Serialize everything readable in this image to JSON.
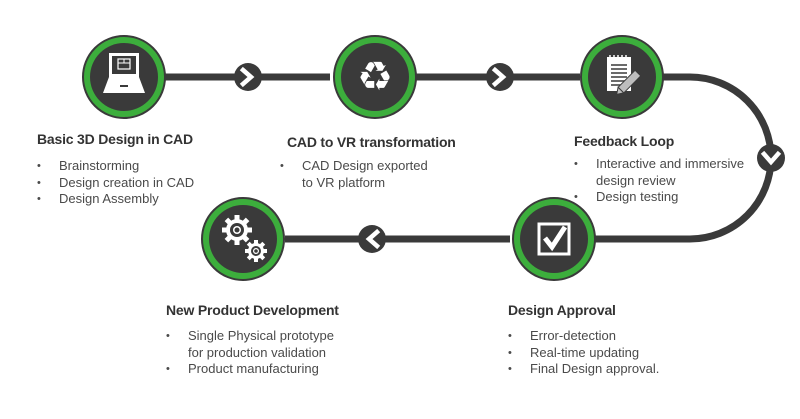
{
  "colors": {
    "ring": "#3cae3c",
    "node": "#3a3a3a",
    "line": "#3a3a3a",
    "icon": "#ffffff"
  },
  "steps": [
    {
      "title": "Basic 3D Design in CAD",
      "icon": "laptop-icon",
      "bullets": [
        "Brainstorming",
        "Design creation in CAD",
        "Design Assembly"
      ]
    },
    {
      "title": "CAD to VR transformation",
      "icon": "recycle-icon",
      "bullets": [
        "CAD Design exported to VR platform"
      ],
      "bullet_lines": [
        "CAD Design exported",
        "to VR platform"
      ]
    },
    {
      "title": "Feedback Loop",
      "icon": "notepad-pencil-icon",
      "bullets": [
        "Interactive  and immersive design review",
        " Design testing"
      ],
      "bullet_lines": [
        "Interactive  and immersive",
        "design review"
      ]
    },
    {
      "title": "Design Approval",
      "icon": "checkbox-icon",
      "bullets": [
        "Error-detection",
        "Real-time updating",
        "Final Design approval."
      ]
    },
    {
      "title": "New Product Development",
      "icon": "gears-icon",
      "bullets": [
        "Single Physical prototype for production validation",
        "Product manufacturing"
      ],
      "bullet_lines": [
        "Single Physical prototype",
        "for production validation"
      ]
    }
  ],
  "connectors": [
    {
      "from": 1,
      "to": 2,
      "direction": "right"
    },
    {
      "from": 2,
      "to": 3,
      "direction": "right"
    },
    {
      "from": 3,
      "to": 4,
      "direction": "down"
    },
    {
      "from": 4,
      "to": 5,
      "direction": "left"
    }
  ]
}
